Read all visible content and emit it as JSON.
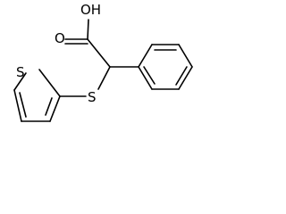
{
  "structure": {
    "labels": {
      "hydroxyl": "OH",
      "carbonyl_oxygen": "O",
      "thioether_sulfur": "S",
      "thiophene_sulfur": "S"
    },
    "colors": {
      "line": "#000000",
      "background": "#ffffff"
    }
  }
}
